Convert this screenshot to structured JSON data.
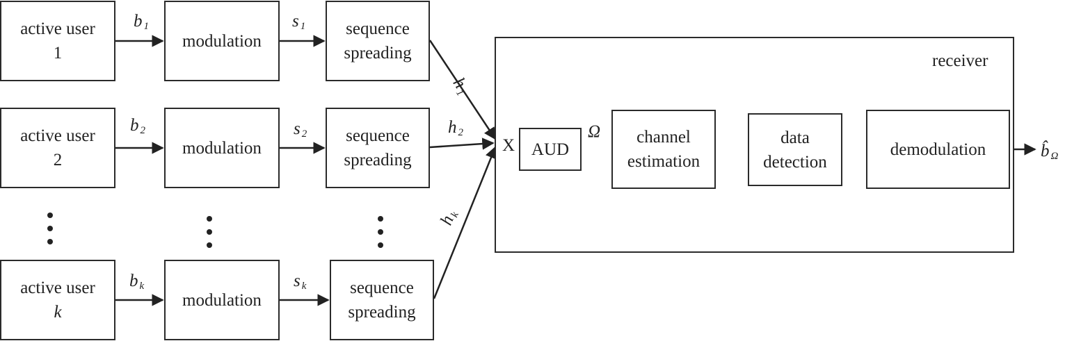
{
  "users": [
    {
      "line1": "active user",
      "line2": "1",
      "bit": "b",
      "bit_sub": "1",
      "seq": "s",
      "seq_sub": "1",
      "ch": "h",
      "ch_sub": "1"
    },
    {
      "line1": "active user",
      "line2": "2",
      "bit": "b",
      "bit_sub": "2",
      "seq": "s",
      "seq_sub": "2",
      "ch": "h",
      "ch_sub": "2"
    },
    {
      "line1": "active user",
      "line2": "k",
      "bit": "b",
      "bit_sub": "k",
      "seq": "s",
      "seq_sub": "k",
      "ch": "h",
      "ch_sub": "k"
    }
  ],
  "modulation": "modulation",
  "spreading": {
    "line1": "sequence",
    "line2": "spreading"
  },
  "receiver": {
    "title": "receiver",
    "input": "X",
    "aud": "AUD",
    "omega": "Ω",
    "channel_estimation": {
      "line1": "channel",
      "line2": "estimation"
    },
    "data_detection": {
      "line1": "data",
      "line2": "detection"
    },
    "demodulation": "demodulation",
    "output": "b̂",
    "output_sub": "Ω"
  }
}
